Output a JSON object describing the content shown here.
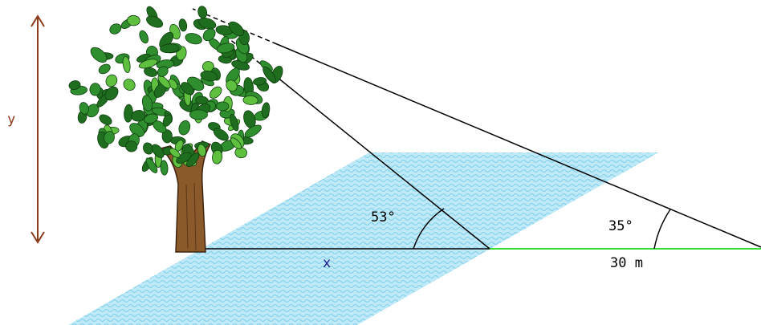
{
  "labels": {
    "height": "y",
    "distance_river": "x",
    "distance_ground": "30 m",
    "angle_near": "53°",
    "angle_far": "35°"
  },
  "colors": {
    "river_fill": "#bfe9f7",
    "river_wave": "#7ccfee",
    "ground_line": "#33dd33",
    "trunk": "#8b5a2b",
    "leaf_dark": "#1f6e1f",
    "leaf_mid": "#2f8f2f",
    "leaf_light": "#5fbf3f",
    "arrow": "#8b3a1a",
    "x_label": "#1a1a8c",
    "y_label": "#8b3a1a"
  }
}
